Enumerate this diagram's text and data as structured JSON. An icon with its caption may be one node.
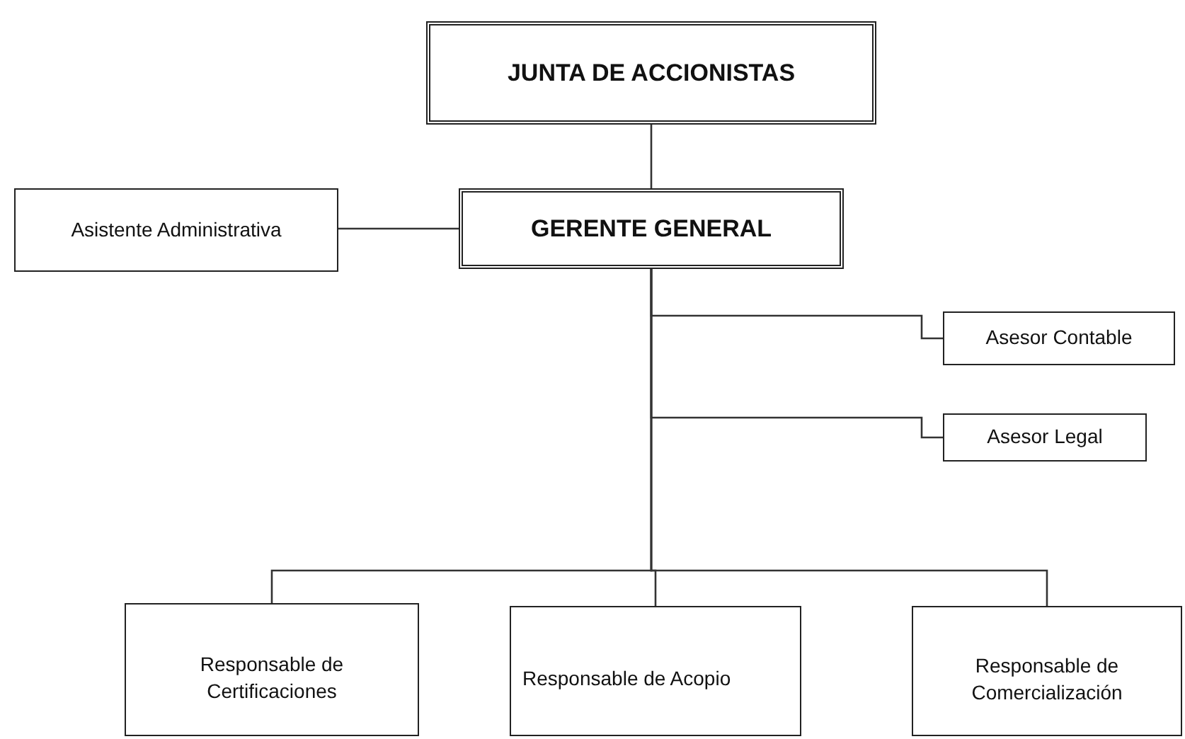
{
  "diagram": {
    "nodes": [
      {
        "text": [
          "JUNTA DE ACCIONISTAS"
        ]
      },
      {
        "text": [
          "GERENTE GENERAL"
        ]
      },
      {
        "text": [
          "Asistente Administrativa"
        ]
      },
      {
        "text": [
          "Asesor Contable"
        ]
      },
      {
        "text": [
          "Asesor Legal"
        ]
      },
      {
        "text": [
          "Responsable de Certificaciones"
        ]
      },
      {
        "text": [
          "Responsable de Acopio"
        ]
      },
      {
        "text": [
          "Responsable de Comercialización"
        ]
      }
    ],
    "edges": [
      {
        "from": 0,
        "to": 1,
        "arrow": "none"
      },
      {
        "from": 2,
        "to": 1,
        "arrow": "none"
      },
      {
        "from": 1,
        "to": 3,
        "arrow": "none"
      },
      {
        "from": 1,
        "to": 4,
        "arrow": "none"
      },
      {
        "from": 1,
        "to": 5,
        "arrow": "none"
      },
      {
        "from": 1,
        "to": 6,
        "arrow": "none"
      },
      {
        "from": 1,
        "to": 7,
        "arrow": "none"
      }
    ]
  }
}
